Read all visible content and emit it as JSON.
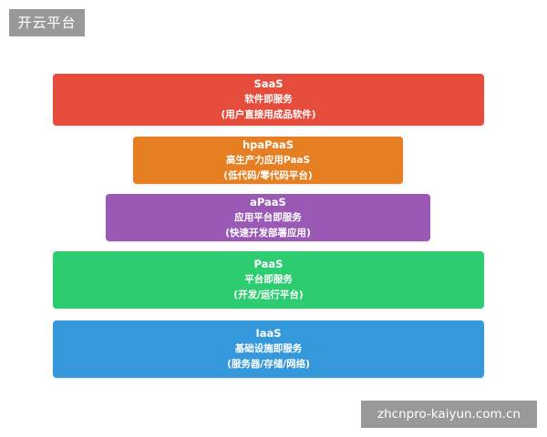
{
  "corner_tag": "开云平台",
  "watermark": "zhcnpro-kaiyun.com.cn",
  "layers": [
    {
      "title": "SaaS",
      "line1": "软件即服务",
      "line2": "(用户直接用成品软件)",
      "color": "#e64c3c"
    },
    {
      "title": "hpaPaaS",
      "line1": "高生产力应用PaaS",
      "line2": "(低代码/零代码平台)",
      "color": "#e67e22"
    },
    {
      "title": "aPaaS",
      "line1": "应用平台即服务",
      "line2": "(快速开发部署应用)",
      "color": "#9b59b6"
    },
    {
      "title": "PaaS",
      "line1": "平台即服务",
      "line2": "(开发/运行平台)",
      "color": "#2ecc71"
    },
    {
      "title": "IaaS",
      "line1": "基础设施即服务",
      "line2": "(服务器/存储/网络)",
      "color": "#3498db"
    }
  ]
}
